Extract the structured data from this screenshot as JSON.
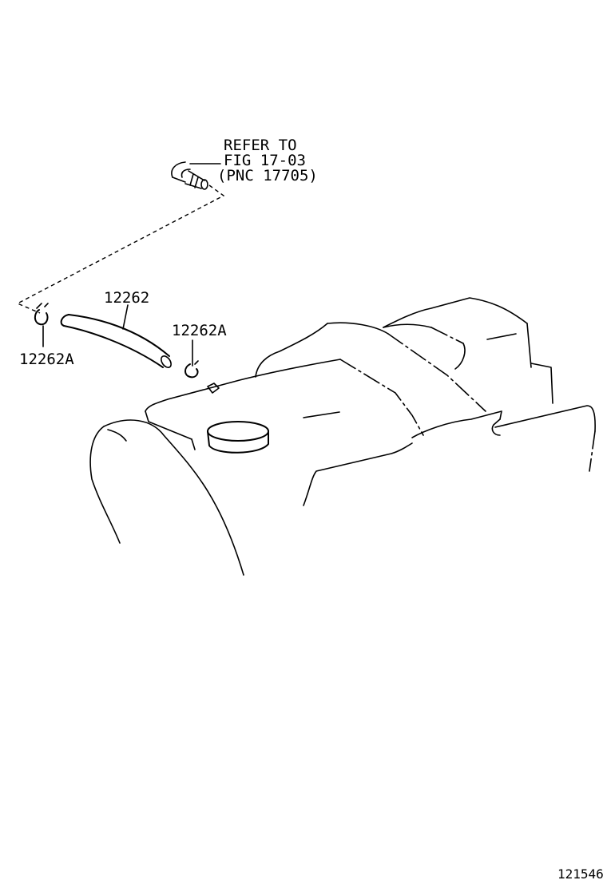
{
  "callouts": {
    "refer_line1": "REFER TO",
    "refer_line2": "FIG 17-03",
    "refer_line3": "(PNC 17705)",
    "part_hose": "12262",
    "part_clamp_right": "12262A",
    "part_clamp_left": "12262A"
  },
  "illustration_number": "121546"
}
